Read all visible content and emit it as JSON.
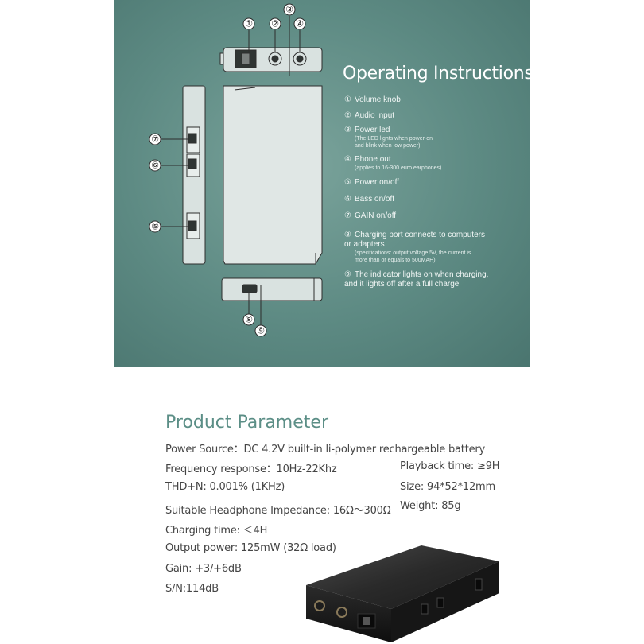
{
  "instructions": {
    "title": "Operating Instructions",
    "items": [
      {
        "num": "①",
        "label": "Volume knob",
        "sub": ""
      },
      {
        "num": "②",
        "label": "Audio input",
        "sub": ""
      },
      {
        "num": "③",
        "label": "Power led",
        "sub": "(The LED lights when power-on\nand blink when low power)"
      },
      {
        "num": "④",
        "label": "Phone out",
        "sub": "(applies to 16-300 euro earphones)"
      },
      {
        "num": "⑤",
        "label": "Power on/off",
        "sub": ""
      },
      {
        "num": "⑥",
        "label": "Bass on/off",
        "sub": ""
      },
      {
        "num": "⑦",
        "label": "GAIN on/off",
        "sub": ""
      },
      {
        "num": "⑧",
        "label": "Charging port connects to computers\nor adapters",
        "sub": "(specifications: output voltage 5V, the current is\nmore than or equals to 500MAH)"
      },
      {
        "num": "⑨",
        "label": "The indicator lights on when charging,\nand it lights off after a full charge",
        "sub": ""
      }
    ]
  },
  "callouts": {
    "c1": "①",
    "c2": "②",
    "c3": "③",
    "c4": "④",
    "c5": "⑤",
    "c6": "⑥",
    "c7": "⑦",
    "c8": "⑧",
    "c9": "⑨"
  },
  "parameters": {
    "title": "Product Parameter",
    "power_source": "Power Source：DC 4.2V built-in li-polymer rechargeable battery",
    "frequency": "Frequency response：10Hz-22Khz",
    "thd": "THD+N: 0.001% (1KHz)",
    "impedance": "Suitable Headphone Impedance: 16Ω～300Ω",
    "charging": "Charging time: ＜4H",
    "output": "Output power: 125mW (32Ω load)",
    "gain": "Gain: +3/+6dB",
    "sn": "S/N:114dB",
    "playback": "Playback time: ≥9H",
    "size": "Size: 94*52*12mm",
    "weight": "Weight: 85g"
  },
  "colors": {
    "panel": "#5d8a83",
    "title_teal": "#5b8e86",
    "text": "#454545"
  }
}
